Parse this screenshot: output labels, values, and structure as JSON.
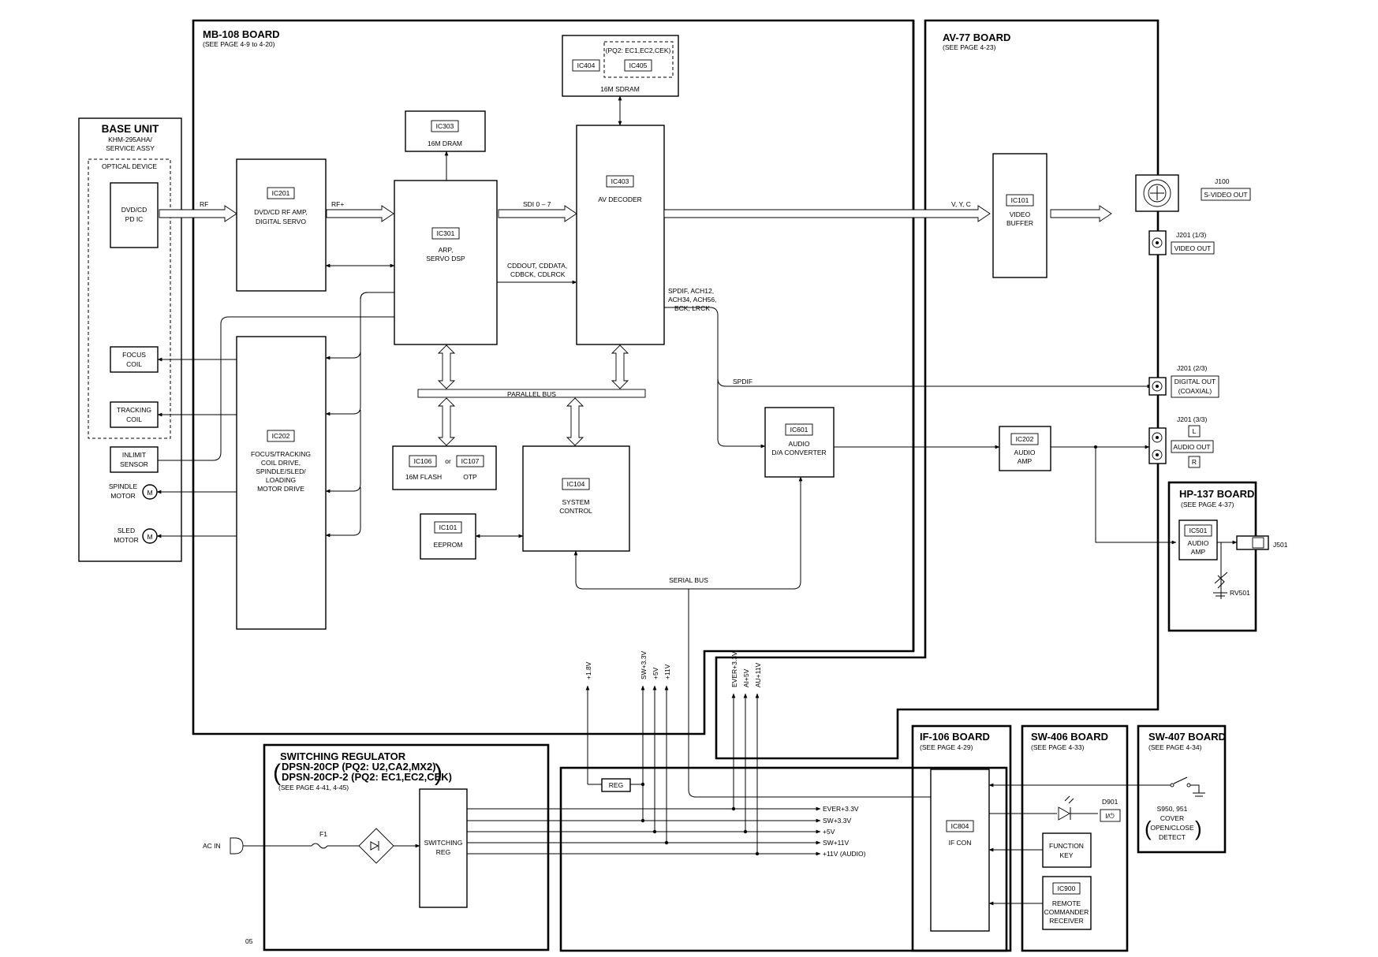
{
  "boards": {
    "mb108": {
      "title": "MB-108 BOARD",
      "sub": "(SEE PAGE 4-9 to 4-20)"
    },
    "av77": {
      "title": "AV-77 BOARD",
      "sub": "(SEE PAGE 4-23)"
    },
    "hp137": {
      "title": "HP-137 BOARD",
      "sub": "(SEE PAGE 4-37)"
    },
    "if106": {
      "title": "IF-106 BOARD",
      "sub": "(SEE PAGE 4-29)"
    },
    "sw406": {
      "title": "SW-406 BOARD",
      "sub": "(SEE PAGE 4-33)"
    },
    "sw407": {
      "title": "SW-407 BOARD",
      "sub": "(SEE PAGE 4-34)"
    },
    "switching": {
      "title": "SWITCHING REGULATOR",
      "model1": "DPSN-20CP (PQ2: U2,CA2,MX2)",
      "model2": "DPSN-20CP-2 (PQ2: EC1,EC2,CEK)",
      "sub": "(SEE PAGE 4-41, 4-45)"
    }
  },
  "base_unit": {
    "title": "BASE UNIT",
    "model": "KHM-295AHA/",
    "model2": "SERVICE ASSY",
    "optical": "OPTICAL DEVICE",
    "pd1": "DVD/CD",
    "pd2": "PD IC",
    "focus1": "FOCUS",
    "focus2": "COIL",
    "tracking1": "TRACKING",
    "tracking2": "COIL",
    "inlimit1": "INLIMIT",
    "inlimit2": "SENSOR",
    "spindle1": "SPINDLE",
    "spindle2": "MOTOR",
    "sled1": "SLED",
    "sled2": "MOTOR",
    "motor_symbol": "M"
  },
  "ics": {
    "ic201": {
      "id": "IC201",
      "l1": "DVD/CD RF AMP,",
      "l2": "DIGITAL SERVO"
    },
    "ic303": {
      "id": "IC303",
      "l1": "16M DRAM"
    },
    "ic301": {
      "id": "IC301",
      "l1": "ARP,",
      "l2": "SERVO DSP"
    },
    "ic404": {
      "id": "IC404"
    },
    "ic405": {
      "id": "IC405",
      "pq": "(PQ2: EC1,EC2,CEK)",
      "l1": "16M  SDRAM"
    },
    "ic403": {
      "id": "IC403",
      "l1": "AV DECODER"
    },
    "ic202m": {
      "id": "IC202",
      "l1": "FOCUS/TRACKING",
      "l2": "COIL DRIVE,",
      "l3": "SPINDLE/SLED/",
      "l4": "LOADING",
      "l5": "MOTOR DRIVE"
    },
    "ic106": {
      "id": "IC106",
      "l1": "16M FLASH",
      "or": "or"
    },
    "ic107": {
      "id": "IC107",
      "l1": "OTP"
    },
    "ic104": {
      "id": "IC104",
      "l1": "SYSTEM",
      "l2": "CONTROL"
    },
    "ic101m": {
      "id": "IC101",
      "l1": "EEPROM"
    },
    "ic601": {
      "id": "IC601",
      "l1": "AUDIO",
      "l2": "D/A CONVERTER"
    },
    "ic101a": {
      "id": "IC101",
      "l1": "VIDEO",
      "l2": "BUFFER"
    },
    "ic202a": {
      "id": "IC202",
      "l1": "AUDIO",
      "l2": "AMP"
    },
    "ic501": {
      "id": "IC501",
      "l1": "AUDIO",
      "l2": "AMP"
    },
    "ic804": {
      "id": "IC804",
      "l1": "IF CON"
    },
    "ic900": {
      "id": "IC900",
      "l1": "REMOTE",
      "l2": "COMMANDER",
      "l3": "RECEIVER"
    },
    "reg": {
      "l1": "REG"
    },
    "swreg": {
      "l1": "SWITCHING",
      "l2": "REG"
    },
    "fkey": {
      "l1": "FUNCTION",
      "l2": "KEY"
    }
  },
  "signals": {
    "rf": "RF",
    "rfplus": "RF+",
    "sdi": "SDI 0 – 7",
    "cdd1": "CDDOUT, CDDATA,",
    "cdd2": "CDBCK, CDLRCK",
    "spd1": "SPDIF, ACH12,",
    "spd2": "ACH34, ACH56,",
    "spd3": "BCK, LRCK",
    "spdif": "SPDIF",
    "vyc": "V, Y, C",
    "pbus": "PARALLEL BUS",
    "sbus": "SERIAL BUS",
    "v18": "+1.8V",
    "sw33": "SW+3.3V",
    "p5": "+5V",
    "p11": "+11V",
    "ever33": "EVER+3.3V",
    "ai5": "AI+5V",
    "au11": "AU+11V",
    "r_ever": "EVER+3.3V",
    "r_sw33": "SW+3.3V",
    "r_5": "+5V",
    "r_sw11": "SW+11V",
    "r_11a": "+11V (AUDIO)",
    "acin": "AC IN",
    "f1": "F1",
    "page": "05"
  },
  "jacks": {
    "j100": "J100",
    "svideo": "S-VIDEO OUT",
    "j201a": "J201 (1/3)",
    "vout": "VIDEO OUT",
    "j201b": "J201 (2/3)",
    "dout1": "DIGITAL OUT",
    "dout2": "(COAXIAL)",
    "j201c": "J201 (3/3)",
    "L": "L",
    "aout": "AUDIO OUT",
    "R": "R",
    "j501": "J501",
    "rv501": "RV501",
    "d901": "D901",
    "power": "I/⏻",
    "s950": "S950, 951",
    "cover": "COVER",
    "openclose": "OPEN/CLOSE",
    "detect": "DETECT"
  }
}
